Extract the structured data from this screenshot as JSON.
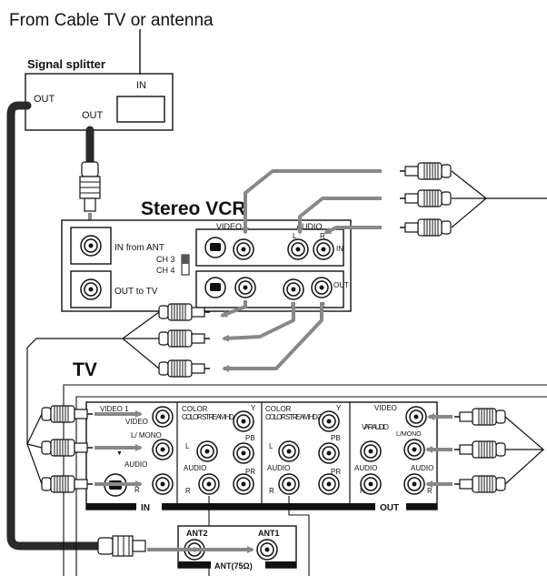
{
  "source_label": "From Cable TV or antenna",
  "splitter": {
    "title": "Signal splitter",
    "in": "IN",
    "out_left": "OUT",
    "out_bottom": "OUT"
  },
  "vcr": {
    "title": "Stereo VCR",
    "video": "VIDEO",
    "audio": "AUDIO",
    "l": "L",
    "r": "R",
    "in": "IN",
    "out": "OUT",
    "in_from_ant": "IN from ANT",
    "ch3": "CH 3",
    "ch4": "CH 4",
    "out_to_tv": "OUT to TV"
  },
  "tv": {
    "title": "TV",
    "video1": "VIDEO 1",
    "video": "VIDEO",
    "l_mono": "L/ MONO",
    "audio": "AUDIO",
    "s_video_arrow": "▼",
    "r": "R",
    "l": "L",
    "color_stream_1": "COLOR STREAM HD-1",
    "color_stream_2": "COLOR STREAM HD-2",
    "y": "Y",
    "pb": "PB",
    "pr": "PR",
    "var_audio": "VAR AUDIO",
    "l_mono_out": "L/MONO",
    "in": "IN",
    "out": "OUT",
    "ant2": "ANT2",
    "ant1": "ANT1",
    "ant_ohm": "ANT(75Ω)"
  },
  "colors": {
    "cable": "#2a2a2a",
    "arrow": "#888888",
    "line": "#111111"
  }
}
